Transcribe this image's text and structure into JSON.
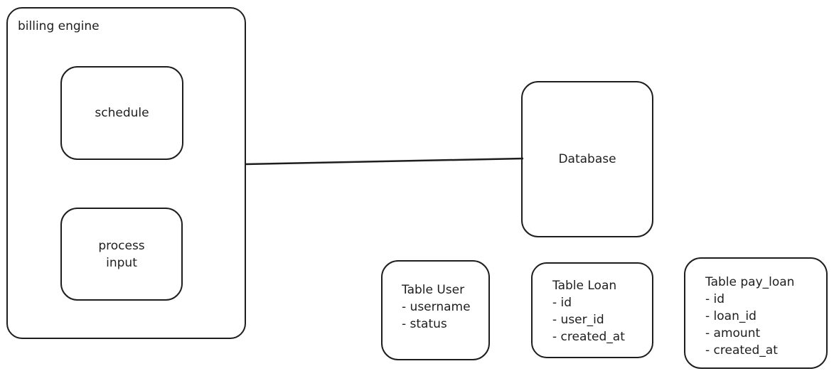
{
  "billing_engine": {
    "label": "billing engine"
  },
  "schedule": {
    "label": "schedule"
  },
  "process_input": {
    "line1": "process",
    "line2": "input"
  },
  "database": {
    "label": "Database"
  },
  "tables": [
    {
      "title": "Table User",
      "fields": [
        "- username",
        "- status"
      ]
    },
    {
      "title": "Table Loan",
      "fields": [
        "- id",
        "- user_id",
        "- created_at"
      ]
    },
    {
      "title": "Table pay_loan",
      "fields": [
        "- id",
        "- loan_id",
        "- amount",
        "- created_at"
      ]
    }
  ]
}
